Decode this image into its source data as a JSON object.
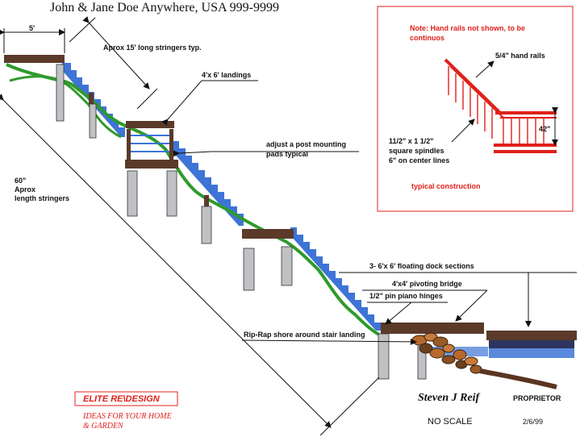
{
  "header": {
    "client_line": "John & Jane Doe  Anywhere, USA  999-9999"
  },
  "labels": {
    "dimension_5ft": "5'",
    "stringers_length": "Aprox 15' long stringers typ.",
    "landings": "4'x 6' landings",
    "adjust_posts_line1": "adjust a post mounting",
    "adjust_posts_line2": "pads typical",
    "stringer_total_line1": "60\"",
    "stringer_total_line2": "Aprox",
    "stringer_total_line3": "length stringers",
    "floating_dock": "3- 6'x 6' floating dock sections",
    "pivot_bridge": "4'x4' pivoting bridge",
    "piano_hinges": "1/2\" pin piano hinges",
    "rip_rap": "Rip-Rap shore around stair landing"
  },
  "inset": {
    "note_line1": "Note: Hand rails not shown, to be",
    "note_line2": "continuos",
    "hand_rails": "5/4\" hand rails",
    "spindles_line1": "11/2\" x 1 1/2\"",
    "spindles_line2": "square spindles",
    "spindles_line3": "6\" on center lines",
    "rail_height": "42\"",
    "caption": "typical construction"
  },
  "footer": {
    "brand": "ELITE RE\\DESIGN",
    "tagline_line1": "IDEAS FOR YOUR HOME",
    "tagline_line2": "& GARDEN",
    "signature": "Steven J Reif",
    "title": "PROPRIETOR",
    "scale_note": "NO SCALE",
    "date": "2/6/99"
  },
  "colors": {
    "stairs_blue": "#3d74d6",
    "ground_green": "#2f9a2c",
    "deck_brown": "#5b3a2a",
    "post_gray": "#bfc1c4",
    "accent_red": "#e0201a",
    "dock_navy": "#2c3560"
  }
}
